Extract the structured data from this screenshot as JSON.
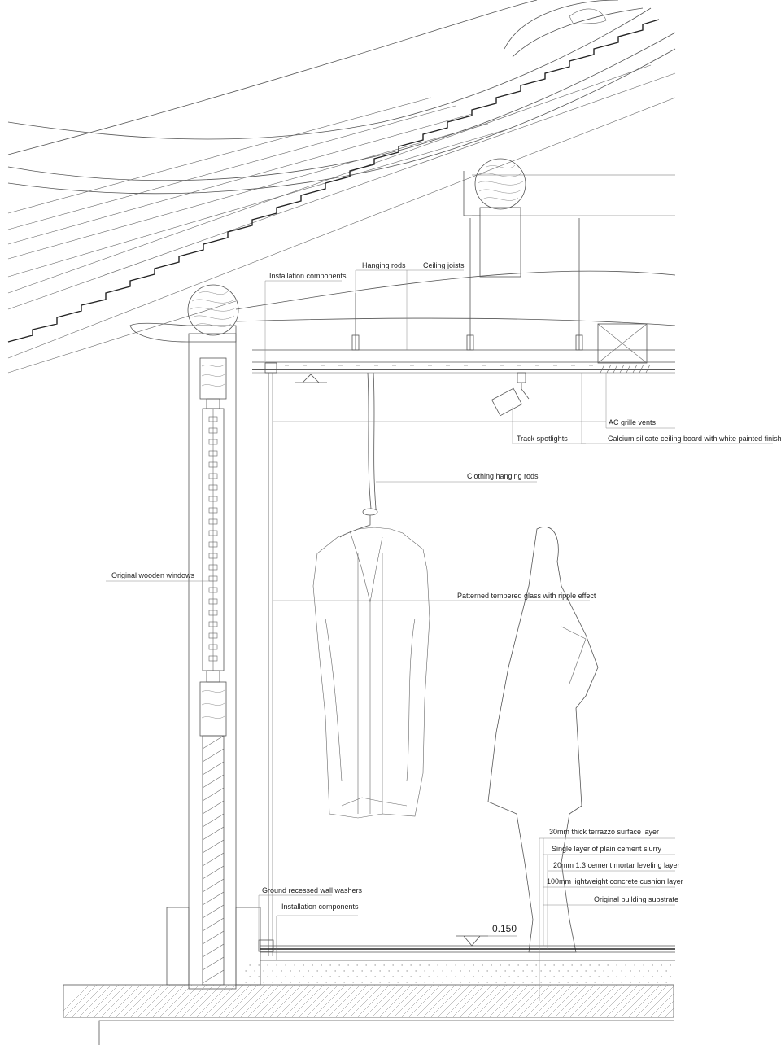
{
  "labels": {
    "installation_components_top": "Installation components",
    "hanging_rods": "Hanging rods",
    "ceiling_joists": "Ceiling joists",
    "ac_grille_vents": "AC grille vents",
    "track_spotlights": "Track spotlights",
    "calcium_silicate": "Calcium silicate ceiling board with white painted finish",
    "clothing_hanging_rods": "Clothing hanging rods",
    "original_wooden_windows": "Original  wooden windows",
    "patterned_glass": "Patterned tempered glass with ripple effect",
    "terrazzo": "30mm thick terrazzo surface layer",
    "cement_slurry": "Single layer of plain cement slurry",
    "mortar": "20mm 1:3 cement mortar leveling layer",
    "concrete_cushion": "100mm lightweight concrete cushion layer",
    "building_substrate": "Original building substrate",
    "ground_wall_washers": "Ground recessed wall washers",
    "installation_components_bottom": "Installation components",
    "floor_elevation": "0.150"
  }
}
